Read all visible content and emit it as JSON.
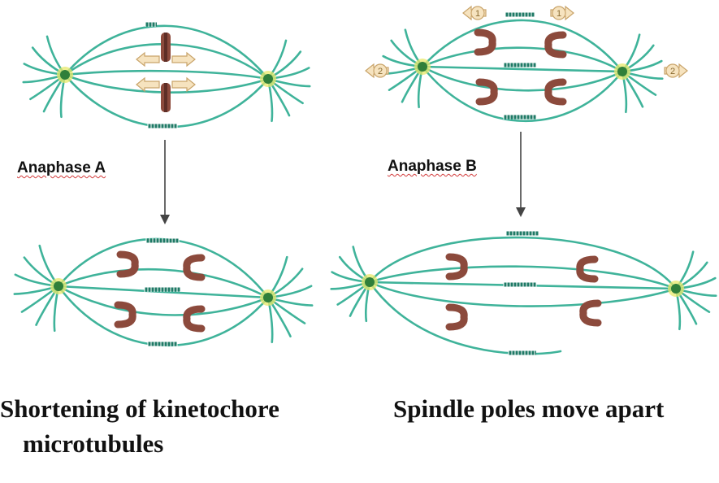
{
  "labels": {
    "anaphase_a": "Anaphase A",
    "anaphase_b": "Anaphase B"
  },
  "titles": {
    "left_line1": "Shortening of kinetochore",
    "left_line2": "microtubules",
    "right": "Spindle poles move apart"
  },
  "force_markers": {
    "top": "1",
    "side": "2"
  },
  "colors": {
    "microtubule": "#3fb39a",
    "pole": "#2f7f3a",
    "pole_glow": "#e8e86a",
    "chromosome": "#8c4a3c",
    "midzone": "#1f7a66",
    "arrow_fill": "#f6e3bf",
    "arrow_stroke": "#c9a46a",
    "text": "#111111"
  }
}
